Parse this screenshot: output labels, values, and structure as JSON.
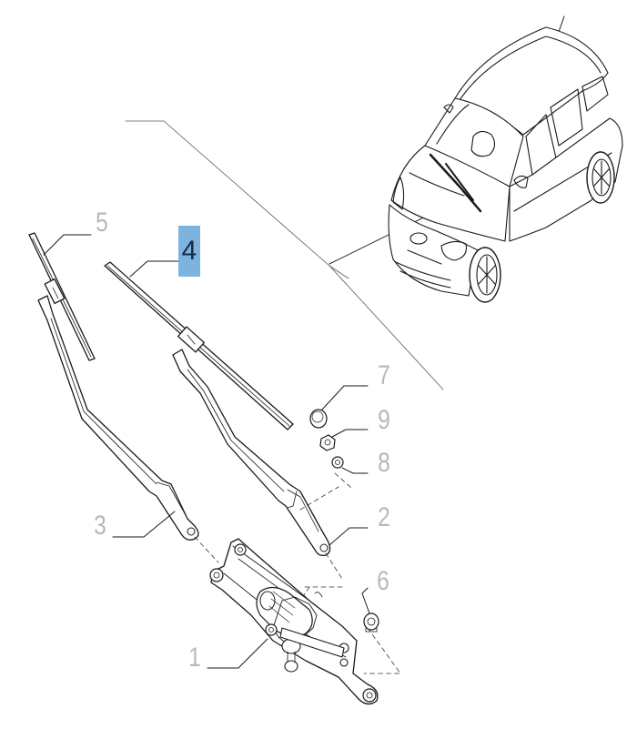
{
  "diagram": {
    "type": "exploded-parts-view",
    "highlighted_part": "4",
    "highlight_color": "#7db3de",
    "callout_color": "#b8b8b8",
    "parts": [
      {
        "number": "1",
        "shape": "wiper-motor-linkage"
      },
      {
        "number": "2",
        "shape": "wiper-arm"
      },
      {
        "number": "3",
        "shape": "wiper-arm"
      },
      {
        "number": "4",
        "shape": "wiper-blade"
      },
      {
        "number": "5",
        "shape": "wiper-blade"
      },
      {
        "number": "6",
        "shape": "grommet"
      },
      {
        "number": "7",
        "shape": "cap"
      },
      {
        "number": "8",
        "shape": "washer"
      },
      {
        "number": "9",
        "shape": "nut"
      }
    ]
  }
}
